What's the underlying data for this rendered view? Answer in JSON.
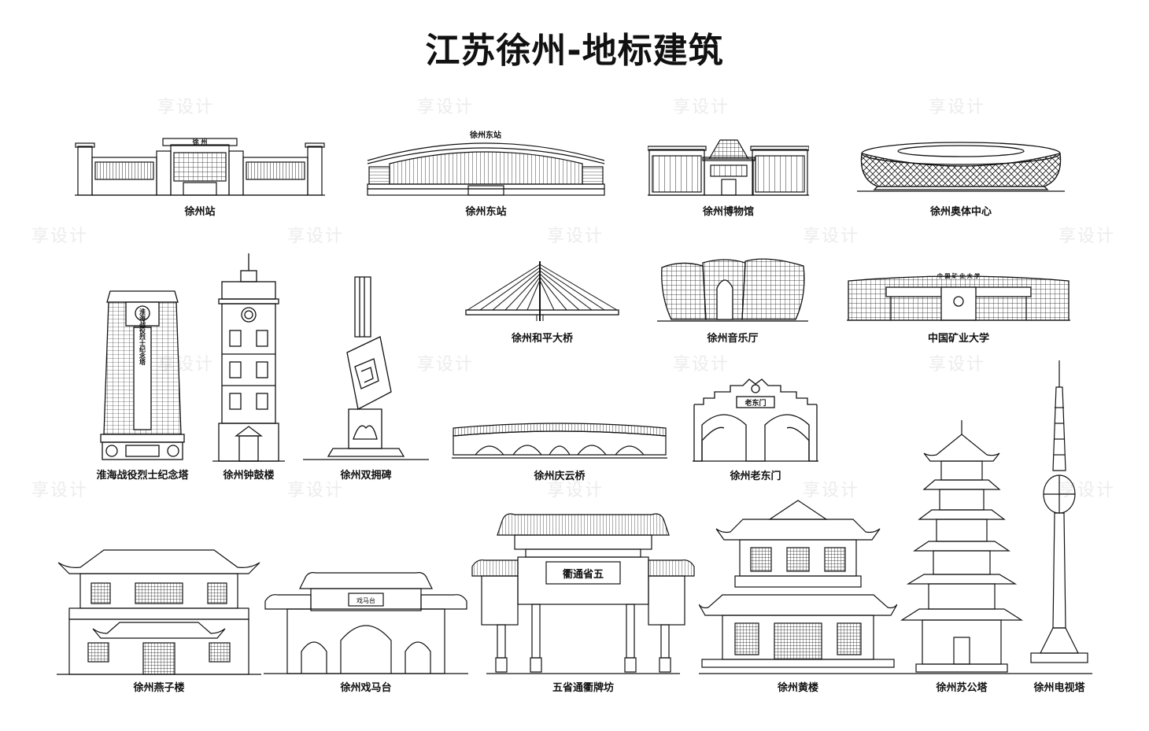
{
  "title": "江苏徐州-地标建筑",
  "watermark": "享设计",
  "colors": {
    "line": "#111111",
    "background": "#ffffff",
    "watermark": "#ececec"
  },
  "landmarks": [
    {
      "name": "徐州站",
      "sign": "徐 州"
    },
    {
      "name": "徐州东站",
      "sign": "徐州东站"
    },
    {
      "name": "徐州博物馆"
    },
    {
      "name": "徐州奥体中心"
    },
    {
      "name": "淮海战役烈士纪念塔",
      "inscription": [
        "淮海战役烈士纪念塔"
      ]
    },
    {
      "name": "徐州钟鼓楼"
    },
    {
      "name": "徐州双拥碑"
    },
    {
      "name": "徐州和平大桥"
    },
    {
      "name": "徐州音乐厅"
    },
    {
      "name": "中国矿业大学",
      "sign": "中 国 矿 业 大 学"
    },
    {
      "name": "徐州庆云桥"
    },
    {
      "name": "徐州老东门",
      "sign": "老东门"
    },
    {
      "name": "徐州燕子楼"
    },
    {
      "name": "徐州戏马台",
      "sign": "戏马台"
    },
    {
      "name": "五省通衢牌坊",
      "sign": "衢通省五"
    },
    {
      "name": "徐州黄楼"
    },
    {
      "name": "徐州苏公塔"
    },
    {
      "name": "徐州电视塔"
    }
  ]
}
